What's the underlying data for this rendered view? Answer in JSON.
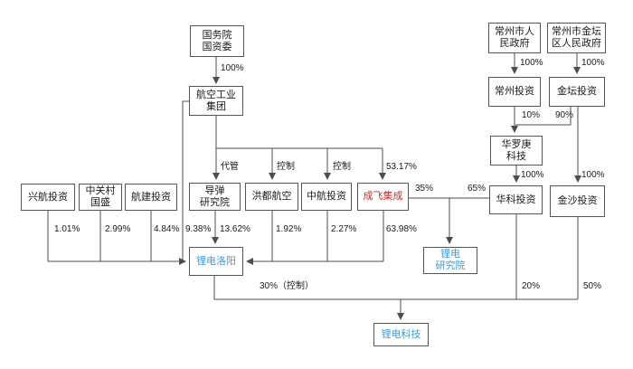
{
  "diagram": {
    "title": "equity-and-control-structure-chart",
    "colors": {
      "line": "#4d4d4d",
      "box_border": "#555555",
      "text": "#1a1a1a",
      "highlight_red": "#cc2b2b",
      "highlight_blue": "#3d9bdc",
      "background": "#ffffff"
    },
    "nodes": {
      "sasac": {
        "label": "国务院\n国资委"
      },
      "avic": {
        "label": "航空工业\n集团"
      },
      "xinghang": {
        "label": "兴航投资"
      },
      "zhongguancun": {
        "label": "中关村\n国盛"
      },
      "hangjian": {
        "label": "航建投资"
      },
      "daodan": {
        "label": "导弹\n研究院"
      },
      "hongdu": {
        "label": "洪都航空"
      },
      "zhonghang": {
        "label": "中航投资"
      },
      "chengfei": {
        "label": "成飞集成"
      },
      "lidian_luoyang": {
        "label": "锂电洛阳"
      },
      "changzhou_gov": {
        "label": "常州市人\n民政府"
      },
      "jintan_gov": {
        "label": "常州市金坛\n区人民政府"
      },
      "changzhou_inv": {
        "label": "常州投资"
      },
      "jintan_inv": {
        "label": "金坛投资"
      },
      "hualuogeng": {
        "label": "华罗庚\n科技"
      },
      "huake": {
        "label": "华科投资"
      },
      "jinsha": {
        "label": "金沙投资"
      },
      "lidian_yanjiuyuan": {
        "label": "锂电\n研究院"
      },
      "lidian_keji": {
        "label": "锂电科技"
      }
    },
    "edge_labels": {
      "pct100_sasac": "100%",
      "daiguan": "代管",
      "kongzhi1": "控制",
      "kongzhi2": "控制",
      "pct5317": "53.17%",
      "pct938": "9.38%",
      "pct1362": "13.62%",
      "pct101": "1.01%",
      "pct299": "2.99%",
      "pct484": "4.84%",
      "pct192": "1.92%",
      "pct227": "2.27%",
      "pct6398": "63.98%",
      "pct35": "35%",
      "pct65": "65%",
      "pct100_changzhou": "100%",
      "pct100_jintan": "100%",
      "pct10": "10%",
      "pct90": "90%",
      "pct100_hualuogeng": "100%",
      "pct100_jinsha": "100%",
      "pct30_control": "30%（控制）",
      "pct20": "20%",
      "pct50": "50%"
    }
  }
}
